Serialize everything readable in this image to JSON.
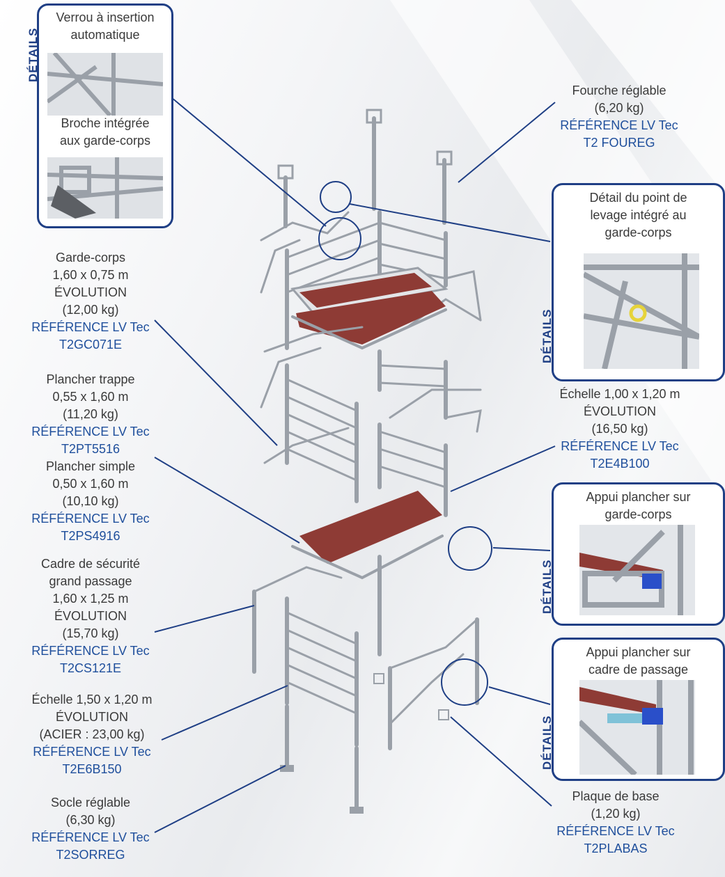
{
  "colors": {
    "accent": "#1f3f85",
    "reference": "#1f4f9c",
    "text": "#3a3a3a",
    "plank": "#8e3b35",
    "steel": "#a9aeb5",
    "clip": "#2a4fc9",
    "ring": "#e6d33a"
  },
  "details_tag": "DÉTAILS",
  "detail_top_left": {
    "title1": "Verrou à insertion",
    "title2": "automatique",
    "title3": "Broche intégrée",
    "title4": "aux garde-corps"
  },
  "detail_lifting": {
    "title1": "Détail du point de",
    "title2": "levage intégré au",
    "title3": "garde-corps"
  },
  "detail_guardrail": {
    "title1": "Appui plancher sur",
    "title2": "garde-corps"
  },
  "detail_frame": {
    "title1": "Appui plancher sur",
    "title2": "cadre de passage"
  },
  "labels": {
    "fourche": {
      "l1": "Fourche réglable",
      "l2": "(6,20 kg)",
      "r1": "RÉFÉRENCE LV Tec",
      "r2": "T2 FOUREG"
    },
    "garde": {
      "l1": "Garde-corps",
      "l2": "1,60 x 0,75 m",
      "l3": "ÉVOLUTION",
      "l4": "(12,00 kg)",
      "r1": "RÉFÉRENCE LV Tec",
      "r2": "T2GC071E"
    },
    "trappe": {
      "l1": "Plancher trappe",
      "l2": "0,55 x 1,60 m",
      "l3": "(11,20 kg)",
      "r1": "RÉFÉRENCE LV Tec",
      "r2": "T2PT5516"
    },
    "simple": {
      "l1": "Plancher simple",
      "l2": "0,50 x 1,60 m",
      "l3": "(10,10 kg)",
      "r1": "RÉFÉRENCE LV Tec",
      "r2": "T2PS4916"
    },
    "cadre": {
      "l1": "Cadre de sécurité",
      "l2": "grand passage",
      "l3": "1,60 x 1,25 m",
      "l4": "ÉVOLUTION",
      "l5": "(15,70 kg)",
      "r1": "RÉFÉRENCE LV Tec",
      "r2": "T2CS121E"
    },
    "echelle150": {
      "l1": "Échelle 1,50 x 1,20 m",
      "l2": "ÉVOLUTION",
      "l3": "(ACIER : 23,00 kg)",
      "r1": "RÉFÉRENCE LV Tec",
      "r2": "T2E6B150"
    },
    "socle": {
      "l1": "Socle réglable",
      "l2": "(6,30 kg)",
      "r1": "RÉFÉRENCE LV Tec",
      "r2": "T2SORREG"
    },
    "echelle100": {
      "l1": "Échelle 1,00 x 1,20 m",
      "l2": "ÉVOLUTION",
      "l3": "(16,50 kg)",
      "r1": "RÉFÉRENCE LV Tec",
      "r2": "T2E4B100"
    },
    "plaque": {
      "l1": "Plaque de base",
      "l2": "(1,20 kg)",
      "r1": "RÉFÉRENCE LV Tec",
      "r2": "T2PLABAS"
    }
  }
}
